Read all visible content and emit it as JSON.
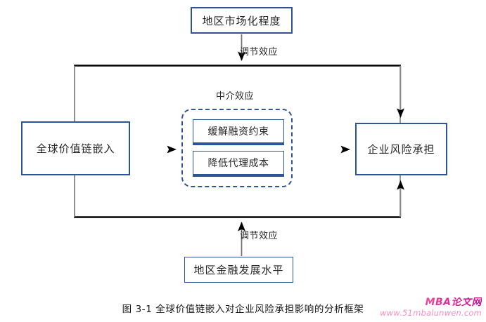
{
  "diagram": {
    "nodes": {
      "market": "地区市场化程度",
      "gvc": "全球价值链嵌入",
      "risk": "企业风险承担",
      "finance": "地区金融发展水平",
      "mediator_1": "缓解融资约束",
      "mediator_2": "降低代理成本"
    },
    "labels": {
      "mediation": "中介效应",
      "moderation_top": "调节效应",
      "moderation_bottom": "调节效应"
    }
  },
  "caption": "图 3-1  全球价值链嵌入对企业风险承担影响的分析框架",
  "watermark": {
    "title": "MBA论文网",
    "url": "www.51mbalunwen.com"
  },
  "colors": {
    "box_border": "#2f5496",
    "line": "#000000",
    "text": "#262626",
    "watermark": "#e0218a"
  }
}
